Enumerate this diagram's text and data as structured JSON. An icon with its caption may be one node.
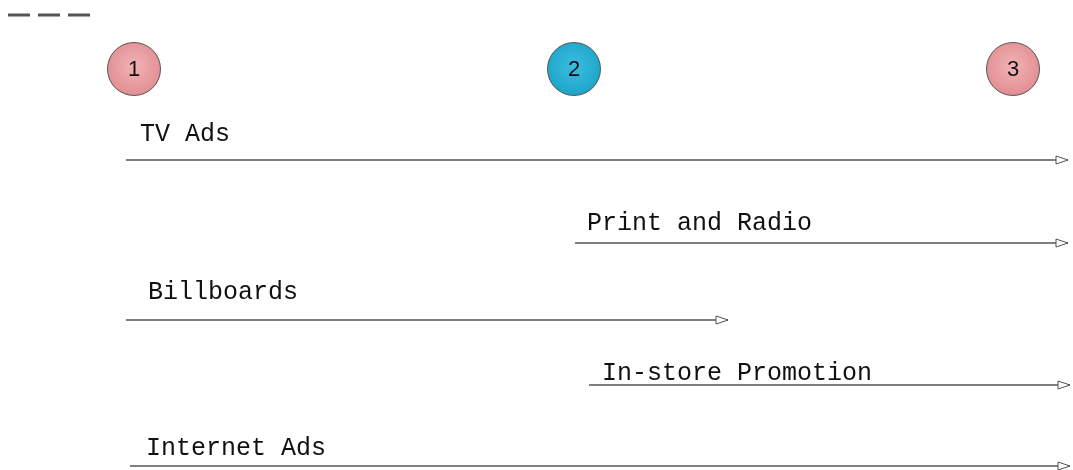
{
  "diagram": {
    "nodes": [
      {
        "text": [
          "1"
        ]
      },
      {
        "text": [
          "2"
        ]
      },
      {
        "text": [
          "3"
        ]
      }
    ],
    "labels": [
      "TV Ads",
      "Print and Radio",
      "Billboards",
      "In-store Promotion",
      "Internet Ads"
    ]
  }
}
